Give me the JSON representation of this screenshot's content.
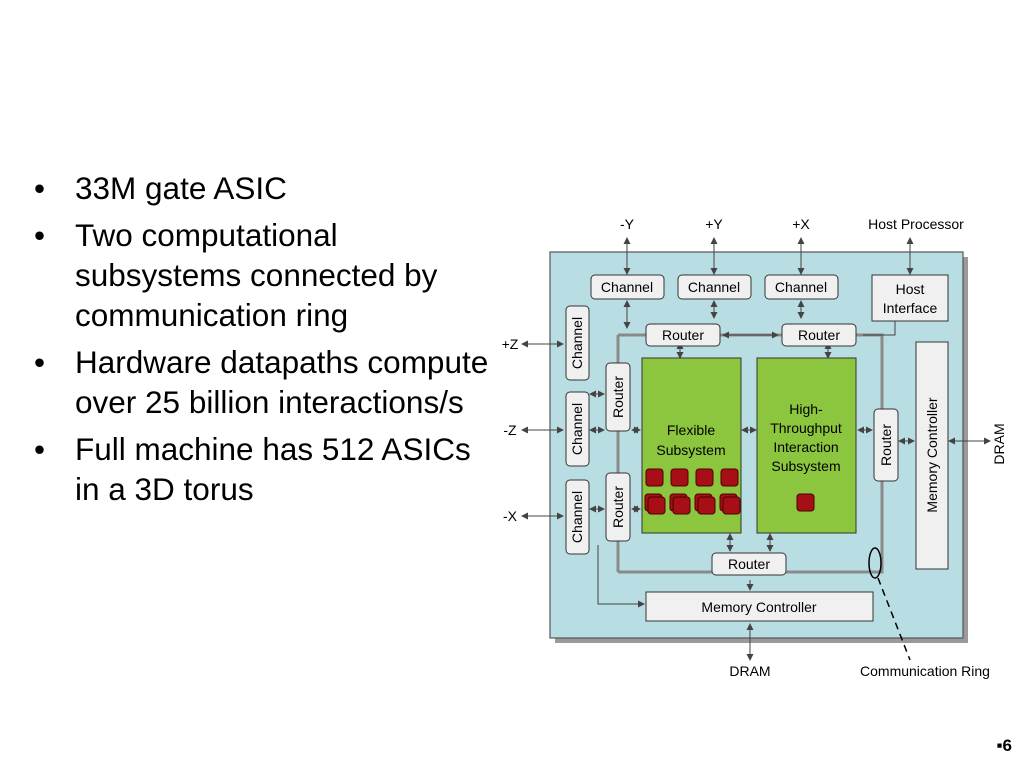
{
  "bullets": [
    {
      "text": "33M gate ASIC"
    },
    {
      "text": "Two computational subsystems connected by communication ring"
    },
    {
      "text": "Hardware datapaths compute over 25 billion interactions/s"
    },
    {
      "text": "Full machine has 512 ASICs in a 3D torus"
    }
  ],
  "bullet_symbol": "•",
  "diagram": {
    "top_labels": {
      "neg_y": "-Y",
      "pos_y": "+Y",
      "pos_x": "+X",
      "host_processor": "Host Processor"
    },
    "left_labels": {
      "pos_z": "+Z",
      "neg_z": "-Z",
      "neg_x": "-X"
    },
    "right_label": "DRAM",
    "bottom_labels": {
      "dram": "DRAM",
      "comm_ring": "Communication Ring"
    },
    "channel": "Channel",
    "router": "Router",
    "host_interface": [
      "Host",
      "Interface"
    ],
    "memory_controller": "Memory Controller",
    "flexible": [
      "Flexible",
      "Subsystem"
    ],
    "htis": [
      "High-",
      "Throughput",
      "Interaction",
      "Subsystem"
    ]
  },
  "colors": {
    "chip": "#b8dde2",
    "subsystem": "#8cc63f",
    "core": "#a50f15",
    "box": "#f0f0f0"
  },
  "slide_number": "6",
  "slide_number_marker": "▪"
}
